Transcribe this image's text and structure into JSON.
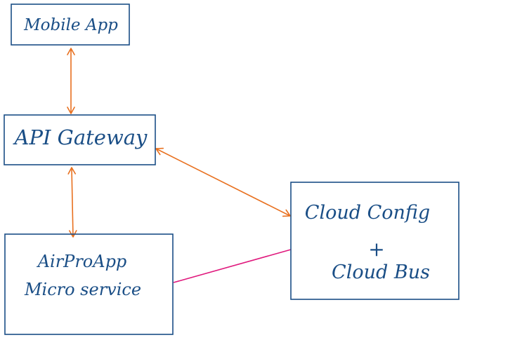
{
  "diagram": {
    "nodes": {
      "mobile_app": {
        "lines": [
          "Mobile App"
        ]
      },
      "api_gateway": {
        "lines": [
          "API Gateway"
        ]
      },
      "airproapp": {
        "lines": [
          "AirProApp",
          "Micro service"
        ]
      },
      "cloud": {
        "lines": [
          "Cloud Config",
          "+",
          "Cloud Bus"
        ]
      }
    },
    "edges": [
      {
        "from": "mobile_app",
        "to": "api_gateway",
        "style": "bidirectional-arrow",
        "color": "#e8701f"
      },
      {
        "from": "api_gateway",
        "to": "airproapp",
        "style": "bidirectional-arrow",
        "color": "#e8701f"
      },
      {
        "from": "api_gateway",
        "to": "cloud",
        "style": "bidirectional-arrow",
        "color": "#e8701f"
      },
      {
        "from": "airproapp",
        "to": "cloud",
        "style": "line",
        "color": "#e0197d"
      }
    ],
    "colors": {
      "box_stroke": "#1a4e86",
      "text": "#1a4e86",
      "arrow": "#e8701f",
      "link": "#e0197d"
    }
  }
}
